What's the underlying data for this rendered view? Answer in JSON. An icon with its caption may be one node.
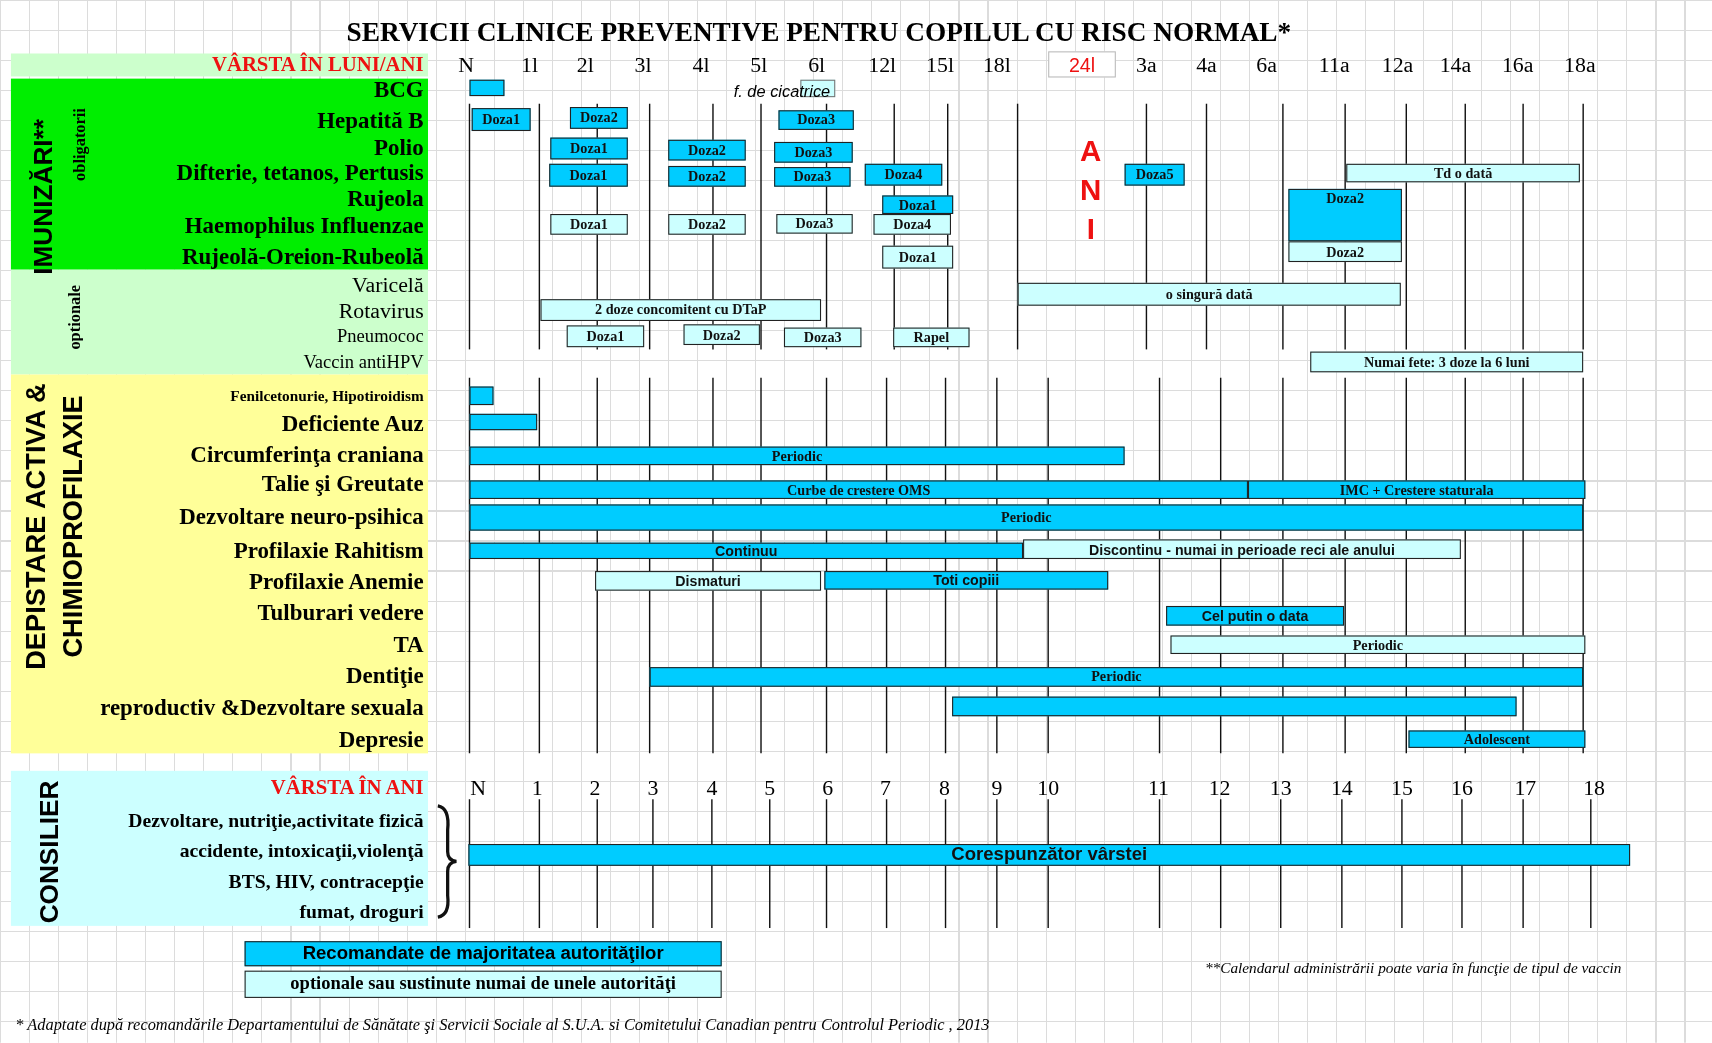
{
  "diagram": {
    "title": "SERVICII CLINICE PREVENTIVE PENTRU COPILUL CU RISC NORMAL*",
    "caption": "* Adaptate după recomandările Departamentului de Sănătate şi Servicii Sociale al  S.U.A.  si  Comitetului Canadian pentru Controlul Periodic , 2013",
    "nodes": [
      {
        "text": [],
        "shape": "bar"
      },
      {
        "text": [],
        "shape": "box"
      },
      {
        "text": [
          "Doza1"
        ]
      },
      {
        "text": [
          "Doza2"
        ]
      },
      {
        "text": [
          "Doza3"
        ]
      },
      {
        "text": [
          "Doza1"
        ]
      },
      {
        "text": [
          "Doza2"
        ]
      },
      {
        "text": [
          "Doza3"
        ]
      },
      {
        "text": [
          "Doza1"
        ]
      },
      {
        "text": [
          "Doza2"
        ]
      },
      {
        "text": [
          "Doza3"
        ]
      },
      {
        "text": [
          "Doza4"
        ]
      },
      {
        "text": [
          "Doza5"
        ]
      },
      {
        "text": [
          "Td o dată"
        ]
      },
      {
        "text": [
          "Doza1"
        ]
      },
      {
        "text": [
          "Doza2"
        ]
      },
      {
        "text": [
          "Doza1"
        ]
      },
      {
        "text": [
          "Doza2"
        ]
      },
      {
        "text": [
          "Doza3"
        ]
      },
      {
        "text": [
          "Doza4"
        ]
      },
      {
        "text": [
          "Doza1"
        ]
      },
      {
        "text": [
          "Doza2"
        ]
      },
      {
        "text": [
          "o singură dată"
        ]
      },
      {
        "text": [
          "2 doze concomitent cu DTaP"
        ]
      },
      {
        "text": [
          "Doza1"
        ]
      },
      {
        "text": [
          "Doza2"
        ]
      },
      {
        "text": [
          "Doza3"
        ]
      },
      {
        "text": [
          "Rapel"
        ]
      },
      {
        "text": [
          "Numai fete: 3 doze la 6 luni"
        ]
      },
      {
        "text": [],
        "shape": "bar"
      },
      {
        "text": [],
        "shape": "bar"
      },
      {
        "text": [
          "Periodic"
        ]
      },
      {
        "text": [
          "Curbe de crestere  OMS"
        ]
      },
      {
        "text": [
          "IMC + Crestere staturala"
        ]
      },
      {
        "text": [
          "Periodic"
        ]
      },
      {
        "text": [
          "Continuu"
        ]
      },
      {
        "text": [
          "Discontinu  - numai in perioade reci ale anului"
        ]
      },
      {
        "text": [
          "Dismaturi"
        ]
      },
      {
        "text": [
          "Toti copiii"
        ]
      },
      {
        "text": [
          "Cel putin o data"
        ]
      },
      {
        "text": [
          "Periodic"
        ]
      },
      {
        "text": [
          "Periodic"
        ]
      },
      {
        "text": [],
        "shape": "bar"
      },
      {
        "text": [
          "Adolescent"
        ]
      },
      {
        "text": [
          "Corespunzător vârstei"
        ]
      }
    ],
    "edges": [],
    "labels": [
      "VÂRSTA ÎN LUNI/ANI",
      "N",
      "1l",
      "2l",
      "3l",
      "4l",
      "5l",
      "6l",
      "12l",
      "15l",
      "18l",
      "24l",
      "3a",
      "4a",
      "6a",
      "11a",
      "12a",
      "14a",
      "16a",
      "18a",
      "IMUNIZĂRI**",
      "obligatorii",
      "BCG",
      "Hepatită B",
      "Polio",
      "Difterie, tetanos, Pertusis",
      "Rujeola",
      "Haemophilus Influenzae",
      "Rujeolă-Oreion-Rubeolă",
      "optionale",
      "Varicelă",
      "Rotavirus",
      "Pneumococ",
      "Vaccin antiHPV",
      "f. de cicatrice",
      "ANI",
      "DEPISTARE   ACTIVA &",
      "CHIMIOPROFILAXIE",
      "Fenilcetonurie, Hipotiroidism",
      "Deficiente Auz",
      "Circumferinţa craniana",
      "Talie  şi Greutate",
      "Dezvoltare neuro-psihica",
      "Profilaxie Rahitism",
      "Profilaxie Anemie",
      "Tulburari vedere",
      "TA",
      "Dentiţie",
      "reproductiv &Dezvoltare sexuala",
      "Depresie",
      "CONSILIER",
      "VÂRSTA ÎN ANI",
      "N",
      "1",
      "2",
      "3",
      "4",
      "5",
      "6",
      "7",
      "8",
      "9",
      "10",
      "11",
      "12",
      "13",
      "14",
      "15",
      "16",
      "17",
      "18",
      "Dezvoltare, nutriţie,activitate fizică",
      "accidente, intoxicaţii,violenţă",
      "BTS, HIV, contracepţie",
      "fumat, droguri",
      "**Calendarul administrării poate varia în funcţie de tipul de vaccin"
    ],
    "legend": [
      {
        "text": "Recomandate de majoritatea autorităţilor",
        "color": "#00ccff"
      },
      {
        "text": "optionale sau sustinute numai de unele autorităţi",
        "color": "#ccffff"
      }
    ]
  }
}
